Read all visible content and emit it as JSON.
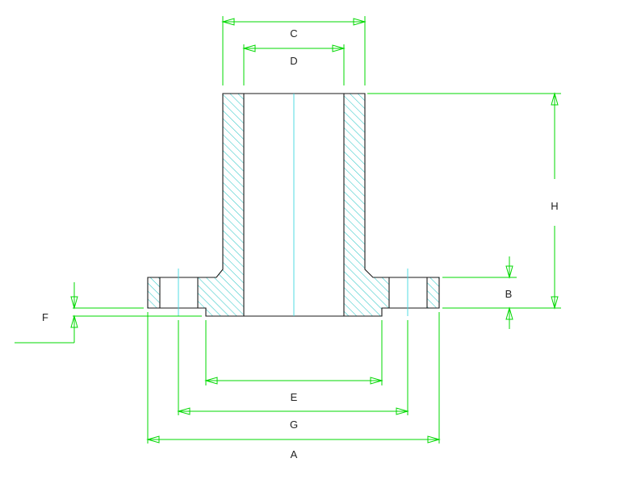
{
  "labels": {
    "C": "C",
    "D": "D",
    "H": "H",
    "B": "B",
    "F": "F",
    "E": "E",
    "G": "G",
    "A": "A"
  },
  "colors": {
    "dimension": "#00d800",
    "outline": "#1a1a1a",
    "hatch": "#30c8c8",
    "centerline": "#40d8e0",
    "background": "#ffffff"
  }
}
